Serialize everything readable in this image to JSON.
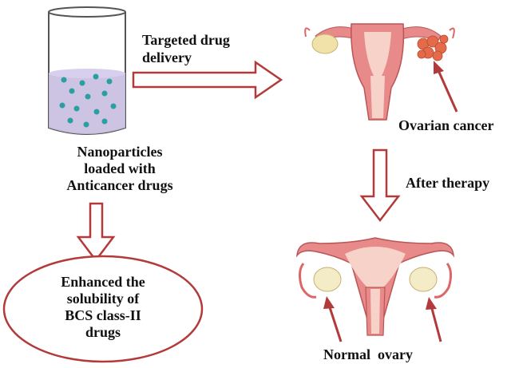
{
  "beaker": {
    "caption_lines": [
      "Nanoparticles",
      "loaded with",
      "Anticancer drugs"
    ]
  },
  "arrows": {
    "targeted_lines": [
      "Targeted drug",
      "delivery"
    ],
    "after_therapy": "After therapy"
  },
  "labels": {
    "ovarian_cancer": "Ovarian cancer",
    "normal_ovary": "Normal  ovary"
  },
  "ellipse": {
    "lines": [
      "Enhanced the",
      "solubility of",
      "BCS class-II",
      "drugs"
    ]
  },
  "colors": {
    "arrow": "#b33a3a",
    "liquid": "#c8bde0",
    "particle": "#2a9f9f",
    "uterus": "#e88a8a",
    "tumor": "#e46a4a"
  }
}
